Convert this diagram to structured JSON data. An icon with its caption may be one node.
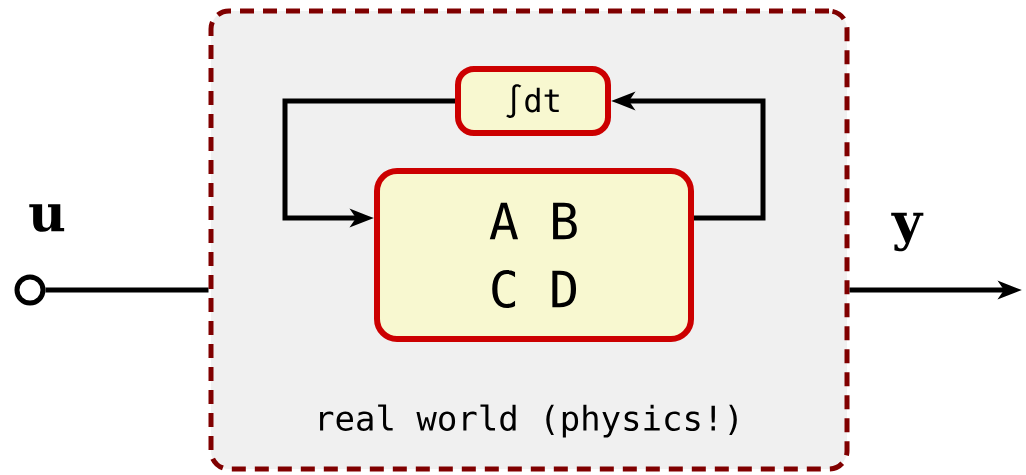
{
  "diagram": {
    "nodes": [
      {
        "text": [
          "real world (physics!)"
        ]
      },
      {
        "text": [
          "∫dt"
        ],
        "in": 0
      },
      {
        "text": [
          "A B",
          "C D"
        ],
        "in": 0
      },
      {
        "text": [],
        "shape": "circle"
      }
    ],
    "edges": [
      {
        "from": 3,
        "to": 0,
        "arrow": "none",
        "label": "u"
      },
      {
        "from": 0,
        "to": null,
        "arrow": "to",
        "label": "y"
      },
      {
        "from": 2,
        "to": 1,
        "arrow": "to"
      },
      {
        "from": 1,
        "to": 2,
        "arrow": "to"
      }
    ]
  }
}
